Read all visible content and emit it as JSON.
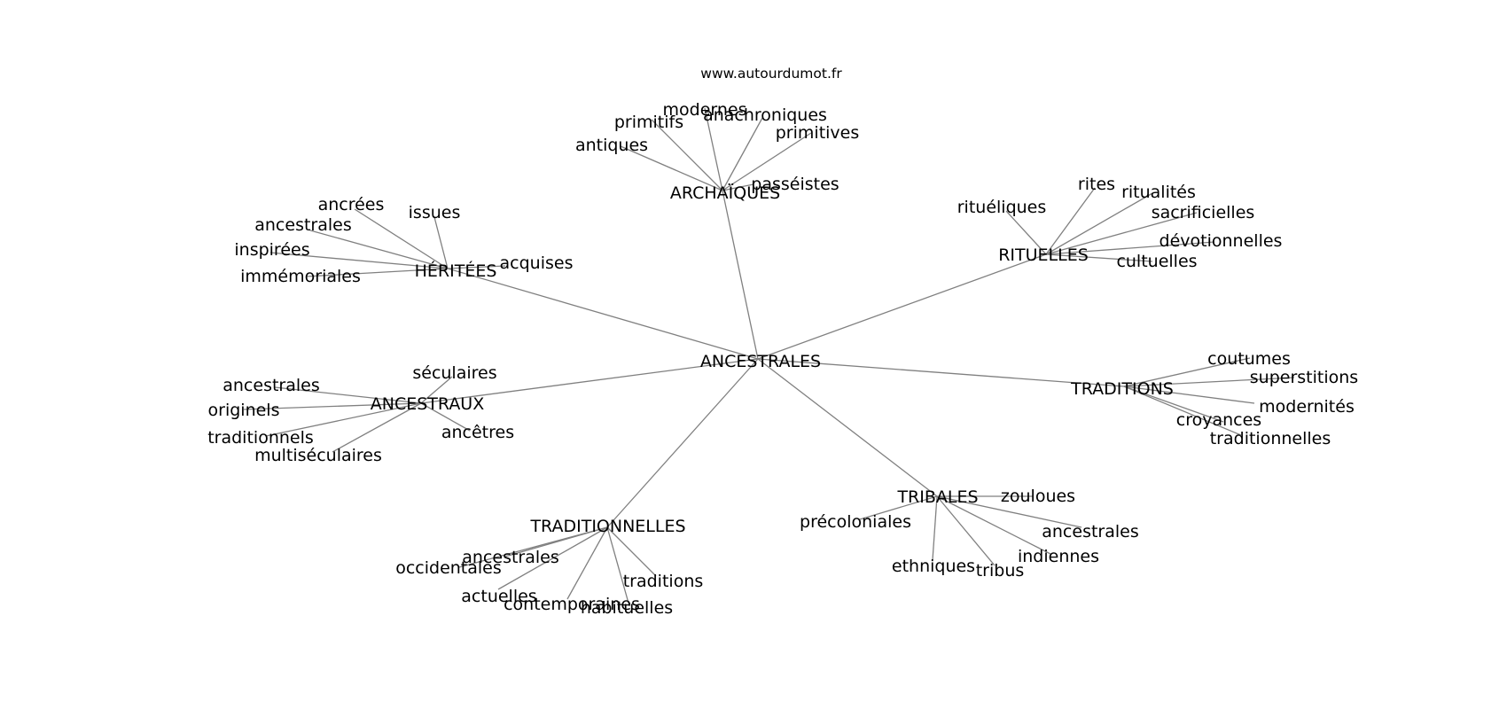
{
  "watermark": "www.autourdumot.fr",
  "graph": {
    "root": "ANCESTRALES",
    "hubs": [
      {
        "label": "ARCHAÏQUES",
        "leaves": [
          "antiques",
          "primitifs",
          "modernes",
          "anachroniques",
          "primitives",
          "passéistes"
        ]
      },
      {
        "label": "RITUELLES",
        "leaves": [
          "rituéliques",
          "rites",
          "ritualités",
          "sacrificielles",
          "dévotionnelles",
          "cultuelles"
        ]
      },
      {
        "label": "HÉRITÉES",
        "leaves": [
          "ancrées",
          "issues",
          "ancestrales",
          "inspirées",
          "immémoriales",
          "acquises"
        ]
      },
      {
        "label": "ANCESTRAUX",
        "leaves": [
          "séculaires",
          "ancestrales",
          "originels",
          "traditionnels",
          "multiséculaires",
          "ancêtres"
        ]
      },
      {
        "label": "TRADITIONS",
        "leaves": [
          "coutumes",
          "superstitions",
          "modernités",
          "croyances",
          "traditionnelles"
        ]
      },
      {
        "label": "TRIBALES",
        "leaves": [
          "zouloues",
          "précoloniales",
          "ancestrales",
          "indiennes",
          "ethniques",
          "tribus"
        ]
      },
      {
        "label": "TRADITIONNELLES",
        "leaves": [
          "ancestrales",
          "occidentales",
          "actuelles",
          "contemporaines",
          "habituelles",
          "traditions"
        ]
      }
    ]
  }
}
